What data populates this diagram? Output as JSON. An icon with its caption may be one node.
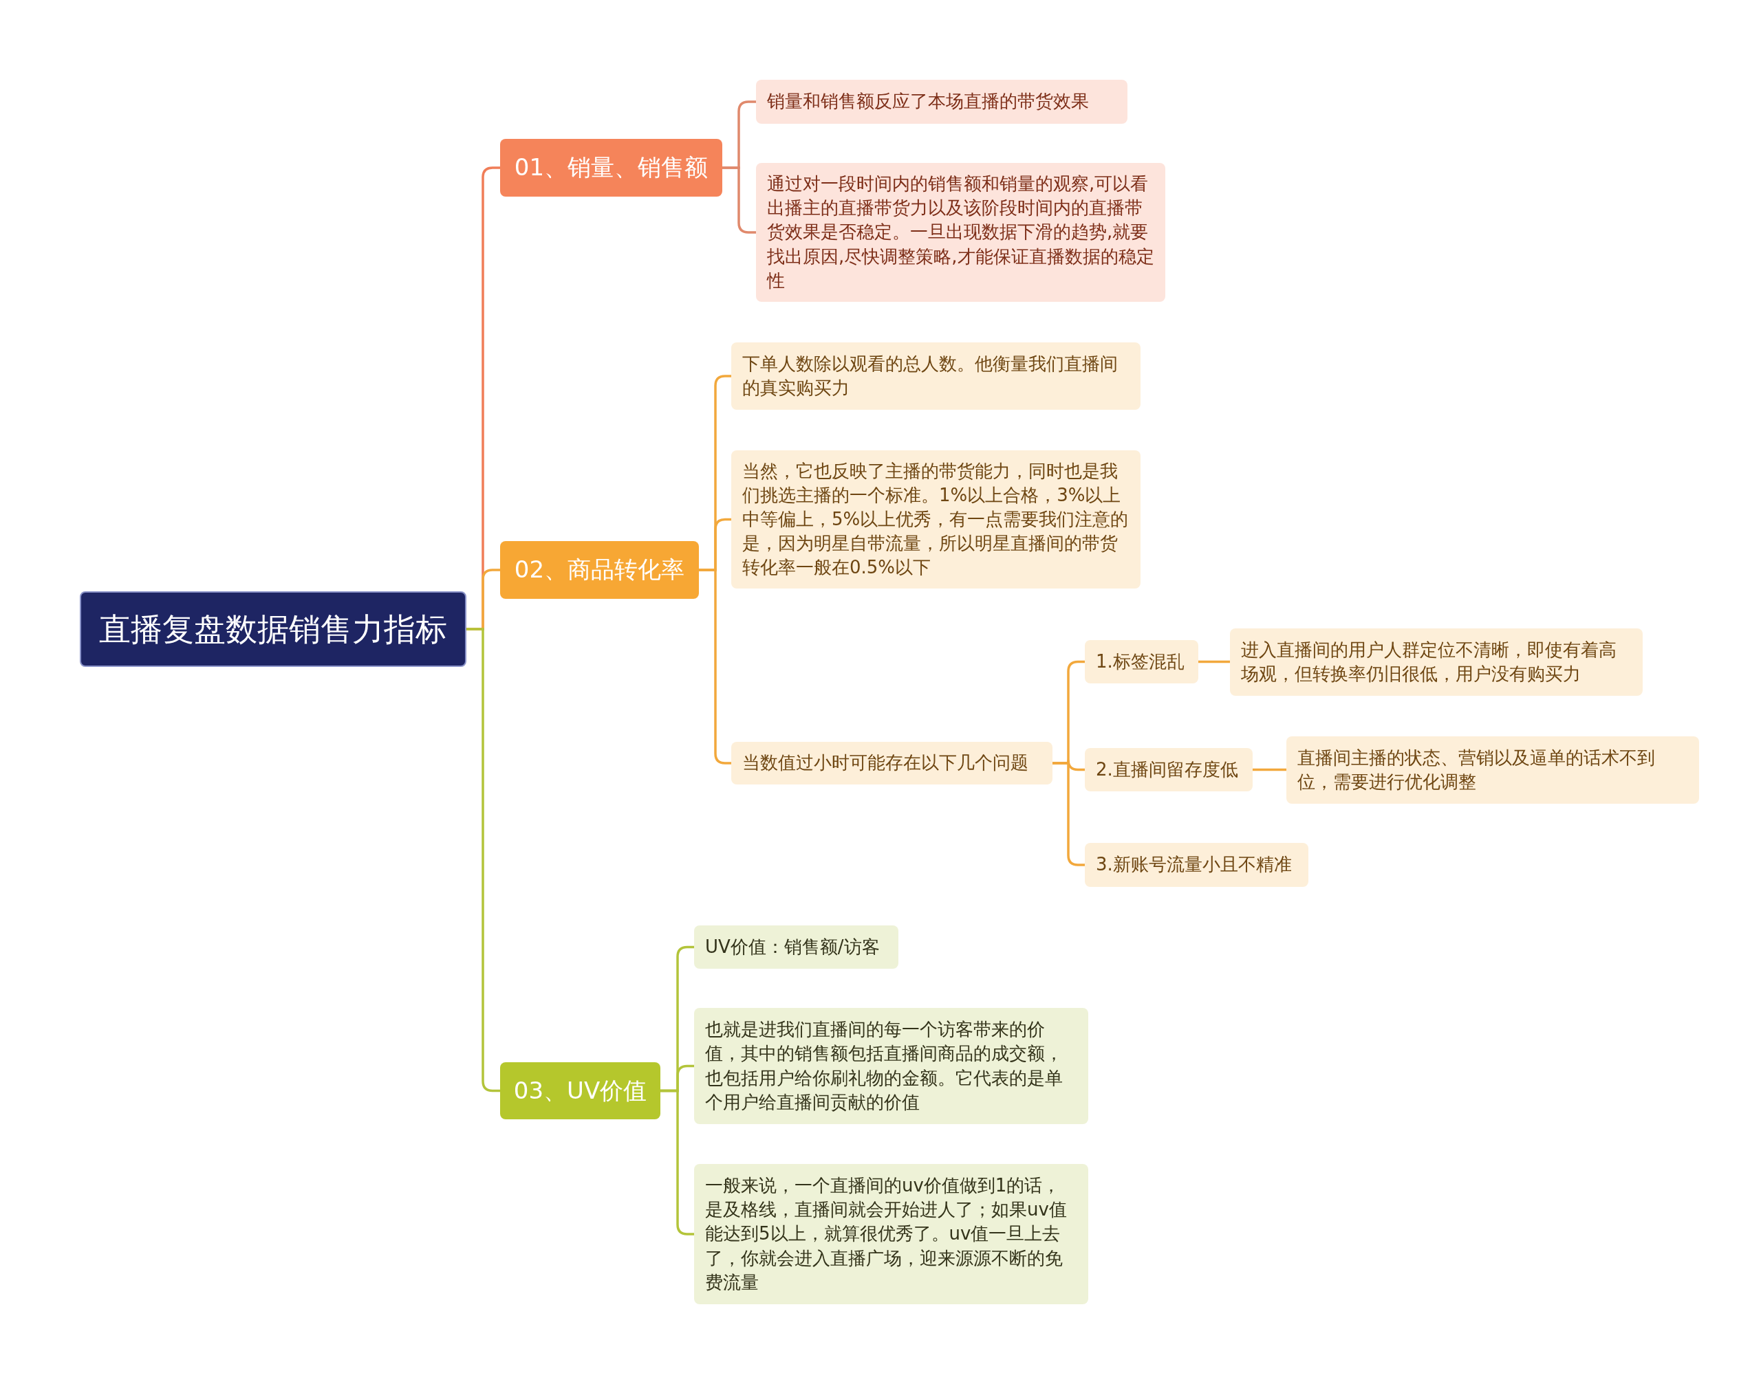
{
  "diagram": {
    "nodes": [
      {
        "text": [
          "直播复盘数据销售力指标"
        ]
      },
      {
        "text": [
          "01、销量、销售额"
        ]
      },
      {
        "text": [
          "销量和销售额反应了本场直播的带货效果"
        ]
      },
      {
        "text": [
          "通过对一段时间内的销售额和销量的观察,可以看出播主的直播带货力以及该阶段时间内的直播带货效果是否稳定。一旦出现数据下滑的趋势,就要找出原因,尽快调整策略,才能保证直播数据的稳定性"
        ]
      },
      {
        "text": [
          "02、商品转化率"
        ]
      },
      {
        "text": [
          "下单人数除以观看的总人数。他衡量我们直播间的真实购买力"
        ]
      },
      {
        "text": [
          "当然，它也反映了主播的带货能力，同时也是我们挑选主播的一个标准。1%以上合格，3%以上中等偏上，5%以上优秀，有一点需要我们注意的是，因为明星自带流量，所以明星直播间的带货转化率一般在0.5%以下"
        ]
      },
      {
        "text": [
          "当数值过小时可能存在以下几个问题"
        ]
      },
      {
        "text": [
          "1.标签混乱"
        ]
      },
      {
        "text": [
          "进入直播间的用户人群定位不清晰，即使有着高场观，但转换率仍旧很低，用户没有购买力"
        ]
      },
      {
        "text": [
          "2.直播间留存度低"
        ]
      },
      {
        "text": [
          "直播间主播的状态、营销以及逼单的话术不到位，需要进行优化调整"
        ]
      },
      {
        "text": [
          "3.新账号流量小且不精准"
        ]
      },
      {
        "text": [
          "03、UV价值"
        ]
      },
      {
        "text": [
          "UV价值：销售额/访客"
        ]
      },
      {
        "text": [
          "也就是进我们直播间的每一个访客带来的价值，其中的销售额包括直播间商品的成交额，也包括用户给你刷礼物的金额。它代表的是单个用户给直播间贡献的价值"
        ]
      },
      {
        "text": [
          "一般来说，一个直播间的uv价值做到1的话，是及格线，直播间就会开始进人了；如果uv值能达到5以上，就算很优秀了。uv值一旦上去了，你就会进入直播广场，迎来源源不断的免费流量"
        ]
      }
    ],
    "edges": [
      {
        "from": 0,
        "to": 1,
        "arrow": "none",
        "color": "#f07d58"
      },
      {
        "from": 1,
        "to": 2,
        "arrow": "none",
        "color": "#e0896c"
      },
      {
        "from": 1,
        "to": 3,
        "arrow": "none",
        "color": "#e0896c"
      },
      {
        "from": 0,
        "to": 4,
        "arrow": "none"
      },
      {
        "from": 4,
        "to": 5,
        "arrow": "none"
      },
      {
        "from": 4,
        "to": 6,
        "arrow": "none"
      },
      {
        "from": 4,
        "to": 7,
        "arrow": "none"
      },
      {
        "from": 7,
        "to": 8,
        "arrow": "none"
      },
      {
        "from": 8,
        "to": 9,
        "arrow": "none"
      },
      {
        "from": 7,
        "to": 10,
        "arrow": "none"
      },
      {
        "from": 10,
        "to": 11,
        "arrow": "none"
      },
      {
        "from": 7,
        "to": 12,
        "arrow": "none"
      },
      {
        "from": 0,
        "to": 13,
        "arrow": "none",
        "color": "#b3c43a"
      },
      {
        "from": 13,
        "to": 14,
        "arrow": "none",
        "color": "#b3c43a"
      },
      {
        "from": 13,
        "to": 15,
        "arrow": "none",
        "color": "#b3c43a"
      },
      {
        "from": 13,
        "to": 16,
        "arrow": "none",
        "color": "#b3c43a"
      }
    ]
  }
}
